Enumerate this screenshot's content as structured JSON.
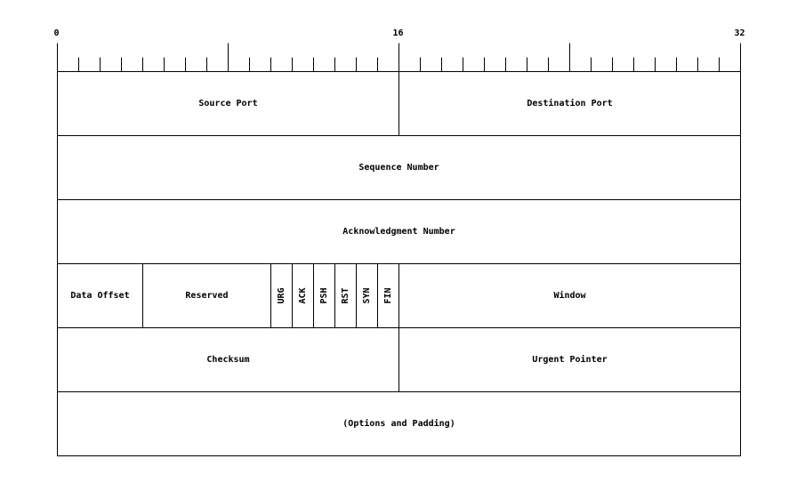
{
  "ruler": {
    "total_bits": 32,
    "labels": [
      "0",
      "16",
      "32"
    ]
  },
  "rows": [
    {
      "fields": [
        {
          "id": "source-port",
          "label": "Source Port",
          "bits": 16
        },
        {
          "id": "destination-port",
          "label": "Destination Port",
          "bits": 16
        }
      ]
    },
    {
      "fields": [
        {
          "id": "sequence-number",
          "label": "Sequence Number",
          "bits": 32
        }
      ]
    },
    {
      "fields": [
        {
          "id": "acknowledgment-number",
          "label": "Acknowledgment Number",
          "bits": 32
        }
      ]
    },
    {
      "fields": [
        {
          "id": "data-offset",
          "label": "Data Offset",
          "bits": 4
        },
        {
          "id": "reserved",
          "label": "Reserved",
          "bits": 6
        },
        {
          "id": "urg",
          "label": "URG",
          "bits": 1,
          "vertical": true
        },
        {
          "id": "ack",
          "label": "ACK",
          "bits": 1,
          "vertical": true
        },
        {
          "id": "psh",
          "label": "PSH",
          "bits": 1,
          "vertical": true
        },
        {
          "id": "rst",
          "label": "RST",
          "bits": 1,
          "vertical": true
        },
        {
          "id": "syn",
          "label": "SYN",
          "bits": 1,
          "vertical": true
        },
        {
          "id": "fin",
          "label": "FIN",
          "bits": 1,
          "vertical": true
        },
        {
          "id": "window",
          "label": "Window",
          "bits": 16
        }
      ]
    },
    {
      "fields": [
        {
          "id": "checksum",
          "label": "Checksum",
          "bits": 16
        },
        {
          "id": "urgent-pointer",
          "label": "Urgent Pointer",
          "bits": 16
        }
      ]
    },
    {
      "fields": [
        {
          "id": "options-and-padding",
          "label": "(Options and Padding)",
          "bits": 32
        }
      ]
    }
  ],
  "colors": {
    "stroke": "#000000",
    "background": "#ffffff"
  }
}
